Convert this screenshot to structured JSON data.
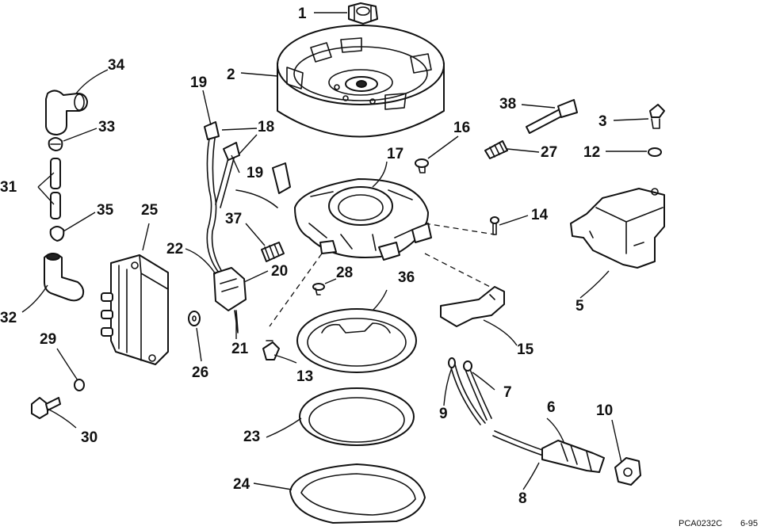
{
  "callouts": {
    "c1": "1",
    "c2": "2",
    "c3": "3",
    "c5": "5",
    "c6": "6",
    "c7": "7",
    "c8": "8",
    "c9": "9",
    "c10": "10",
    "c12": "12",
    "c13": "13",
    "c14": "14",
    "c15": "15",
    "c16": "16",
    "c17": "17",
    "c18": "18",
    "c19a": "19",
    "c19b": "19",
    "c20": "20",
    "c21": "21",
    "c22": "22",
    "c23": "23",
    "c24": "24",
    "c25": "25",
    "c26": "26",
    "c27": "27",
    "c28": "28",
    "c29": "29",
    "c30": "30",
    "c31": "31",
    "c32": "32",
    "c33": "33",
    "c34": "34",
    "c35": "35",
    "c36": "36",
    "c37": "37",
    "c38": "38"
  },
  "footer": {
    "code": "PCA0232C",
    "date": "6-95"
  }
}
